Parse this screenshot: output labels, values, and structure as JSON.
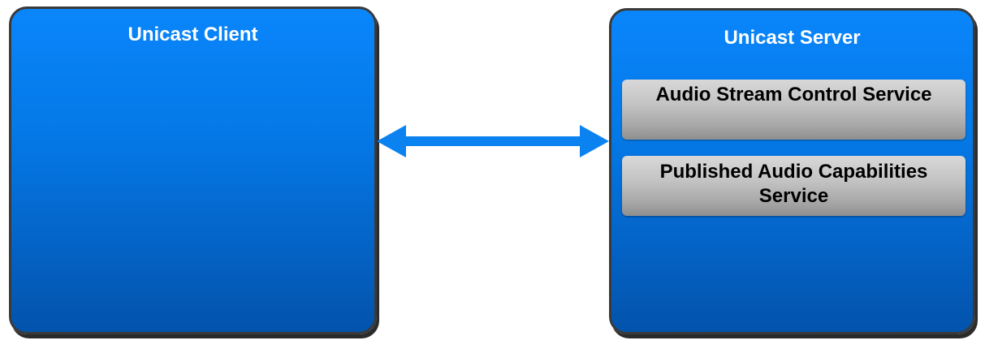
{
  "diagram": {
    "client": {
      "title": "Unicast Client"
    },
    "server": {
      "title": "Unicast Server",
      "services": [
        {
          "lines": [
            "Audio Stream Control Service"
          ]
        },
        {
          "lines": [
            "Published Audio Capabilities",
            "Service"
          ]
        }
      ]
    },
    "connector": {
      "type": "bidirectional-arrow",
      "color": "#0a82f0"
    },
    "colors": {
      "box_top": "#0a86fb",
      "box_bottom": "#0353ab",
      "box_border": "#3a3a3a",
      "service_top": "#d8d8d8",
      "service_bottom": "#8f8f8f"
    }
  }
}
